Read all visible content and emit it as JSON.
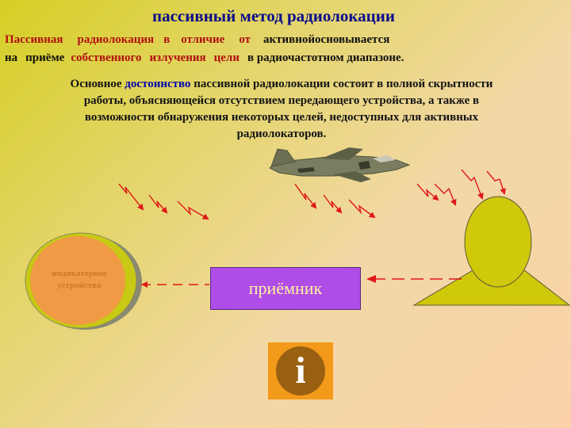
{
  "title": "пассивный метод радиолокации",
  "intro": {
    "line1": {
      "word1": "Пассивная",
      "word2": "радиолокация",
      "word3": "в",
      "word4": "отличие",
      "word5": "от",
      "word6": "активной",
      "word7": "основывается"
    },
    "line2": {
      "part1": "на",
      "part2": "приёме",
      "part3": "собственного",
      "part4": "излучения",
      "part5": "цели",
      "part6": "в радиочастотном диапазоне."
    }
  },
  "advantage": {
    "before": "Основное ",
    "highlight": "достоинство",
    "after": " пассивной радиолокации состоит в полной скрытности работы, объясняющейся отсутствием передающего устройства, а также в возможности обнаружения некоторых целей, недоступных для активных радиолокаторов."
  },
  "diagram": {
    "indicator_label": "индикаторное устройства",
    "receiver_label": "приёмник",
    "info_icon": "info-icon",
    "target_icon": "fighter-jet-icon",
    "colors": {
      "title": "#0a0a8a",
      "red_text": "#b01010",
      "receiver": "#b04ce8",
      "receiver_text": "#fff4a0",
      "indicator_outer": "#c7c914",
      "indicator_inner": "#f09a45",
      "antenna": "#d0c80a",
      "signal_arrow": "#e01818",
      "info_bg": "#f39a1a"
    }
  }
}
